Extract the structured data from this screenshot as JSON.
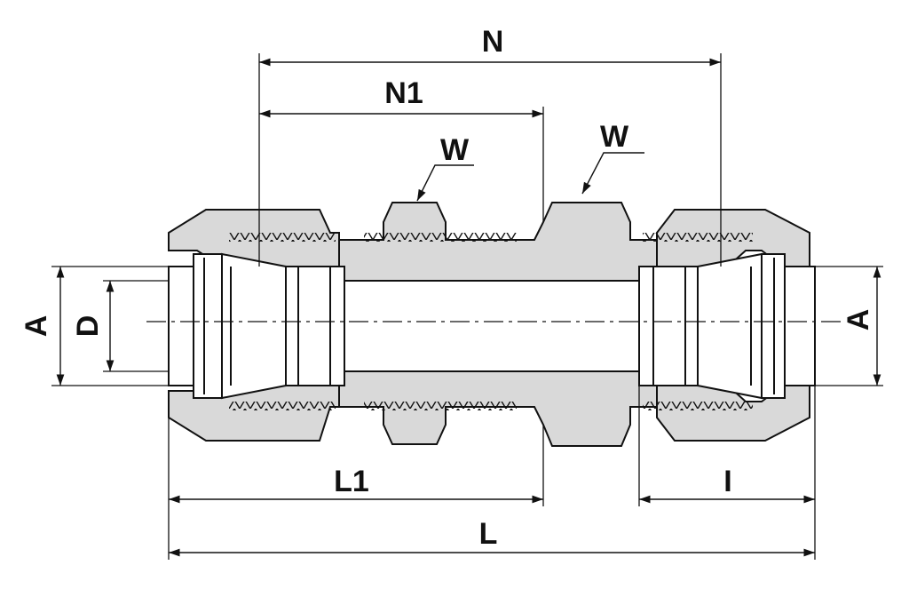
{
  "drawing": {
    "labels": {
      "N": "N",
      "N1": "N1",
      "W_left": "W",
      "W_right": "W",
      "A_left": "A",
      "D": "D",
      "A_right": "A",
      "L1": "L1",
      "I": "I",
      "L": "L"
    },
    "colors": {
      "body_fill": "#d9d9d9",
      "line": "#111111",
      "background": "#ffffff"
    }
  }
}
